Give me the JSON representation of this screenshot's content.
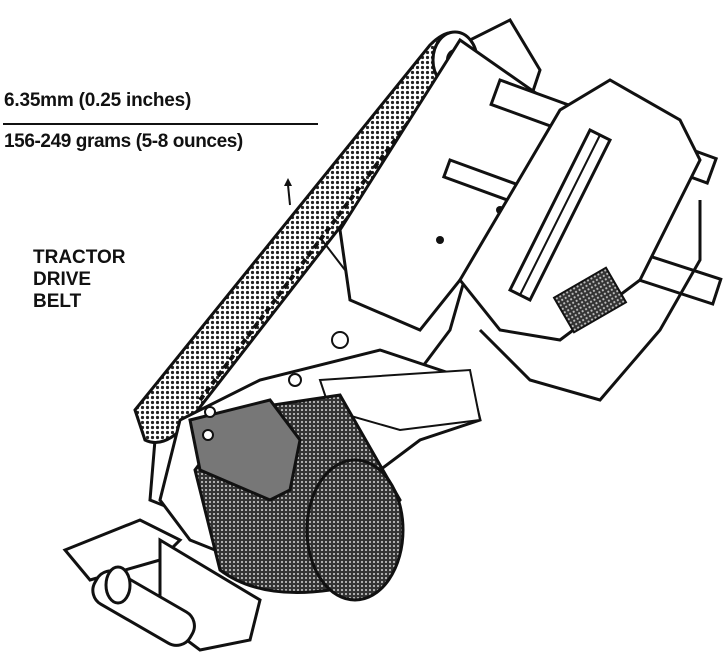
{
  "figure": {
    "spec_deflection": "6.35mm (0.25 inches)",
    "spec_force": "156-249 grams (5-8 ounces)",
    "belt_label_lines": [
      "TRACTOR",
      "DRIVE",
      "BELT"
    ],
    "colors": {
      "ink": "#111111",
      "paper": "#ffffff",
      "belt_fill": "#8a8a8a",
      "motor_fill": "#555555"
    }
  }
}
